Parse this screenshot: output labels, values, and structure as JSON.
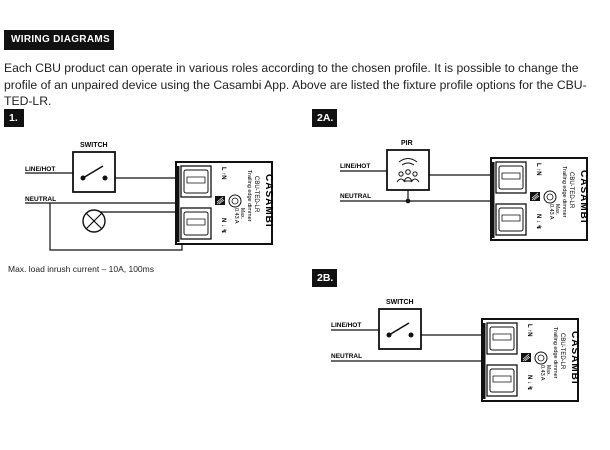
{
  "header": {
    "title": "WIRING DIAGRAMS"
  },
  "intro": "Each CBU product can operate in various roles according to the chosen profile. It is possible to change the profile of an unpaired device using the Casambi App. Above are listed the fixture profile options for the CBU-TED-LR.",
  "sections": {
    "s1": {
      "label": "1.",
      "switch": "SWITCH",
      "line_hot": "LINE/HOT",
      "neutral": "NEUTRAL",
      "note": "Max. load inrush current – 10A, 100ms"
    },
    "s2a": {
      "label": "2A.",
      "pir": "PIR",
      "line_hot": "LINE/HOT",
      "neutral": "NEUTRAL"
    },
    "s2b": {
      "label": "2B.",
      "switch": "SWITCH",
      "line_hot": "LINE/HOT",
      "neutral": "NEUTRAL"
    }
  },
  "device": {
    "brand": "CASAMBI",
    "model": "CBU-TED-LR",
    "subtitle": "Trailing edge dimmer",
    "max_label": "Max.",
    "rating": "0.43 A",
    "top_terminals": "L ↑N",
    "bottom_terminals": "N ↓ ↯"
  }
}
